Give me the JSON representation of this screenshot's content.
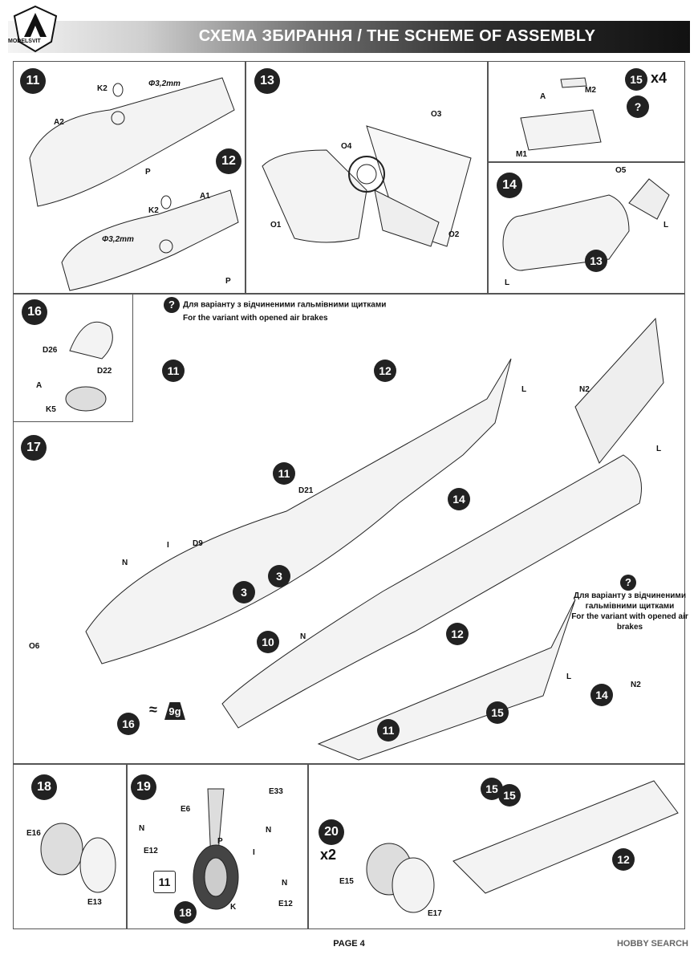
{
  "header": {
    "title": "СХЕМА ЗБИРАННЯ / THE SCHEME OF ASSEMBLY",
    "logo_text": "MODELSVIT"
  },
  "steps": {
    "s11": "11",
    "s12": "12",
    "s13": "13",
    "s13b": "13",
    "s14": "14",
    "s15": "15",
    "s15_mult": "x4",
    "s16": "16",
    "s17": "17",
    "s18": "18",
    "s19": "19",
    "s20": "20",
    "s20_mult": "x2",
    "s11_in": "11",
    "s12_in": "12",
    "s11_big": "11",
    "s12_big": "12",
    "s10": "10",
    "s3a": "3",
    "s3b": "3",
    "s14_big": "14",
    "s16_big": "16",
    "s11_low": "11",
    "s12_low": "12",
    "s14_low": "14",
    "s15_low_a": "15",
    "s15_low_b": "15",
    "s15_low_c": "15",
    "s18_in": "18",
    "s11_box": "11"
  },
  "labels": {
    "k2a": "K2",
    "a2": "A2",
    "phi1": "Φ3,2mm",
    "pa": "P",
    "k2b": "K2",
    "a1": "A1",
    "phi2": "Φ3,2mm",
    "pb": "P",
    "o3": "O3",
    "o4": "O4",
    "o1": "O1",
    "o2": "O2",
    "m2": "M2",
    "m1": "M1",
    "a_m": "A",
    "o5": "O5",
    "l14": "L",
    "l14b": "L",
    "d26": "D26",
    "d22": "D22",
    "a16": "A",
    "k5": "K5",
    "l17": "L",
    "n2": "N2",
    "l17b": "L",
    "d21": "D21",
    "i17": "I",
    "d9": "D9",
    "n17": "N",
    "o6": "O6",
    "n17b": "N",
    "weight": "9g",
    "approx": "≈",
    "l_low": "L",
    "n2_low": "N2",
    "e16": "E16",
    "e13": "E13",
    "e6": "E6",
    "e33": "E33",
    "n19a": "N",
    "n19b": "N",
    "e12a": "E12",
    "p19": "P",
    "i19": "I",
    "n19c": "N",
    "k19": "K",
    "e12b": "E12",
    "e15": "E15",
    "e17": "E17"
  },
  "notes": {
    "airbrake_ua": "Для варіанту з відчиненими гальмівними щитками",
    "airbrake_en": "For the variant with opened air brakes",
    "airbrake2_ua": "Для варіанту з відчиненими гальмівними щитками",
    "airbrake2_en": "For the variant with opened air brakes",
    "q1": "?",
    "q2": "?",
    "q3": "?"
  },
  "footer": {
    "page": "PAGE 4",
    "watermark": "HOBBY SEARCH"
  }
}
